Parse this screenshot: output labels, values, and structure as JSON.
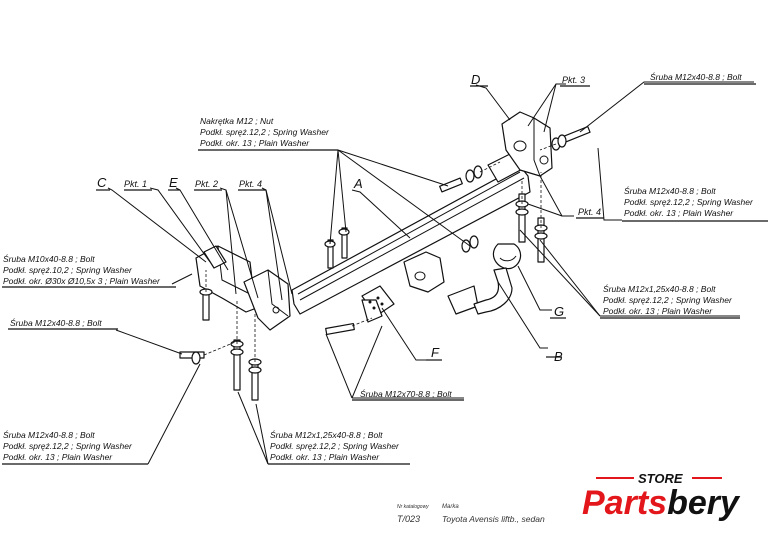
{
  "letters": {
    "A": "A",
    "B": "B",
    "C": "C",
    "D": "D",
    "E": "E",
    "F": "F",
    "G": "G"
  },
  "pkt": {
    "pkt1": "Pkt. 1",
    "pkt2": "Pkt. 2",
    "pkt3": "Pkt. 3",
    "pkt4_left": "Pkt. 4",
    "pkt4_right": "Pkt. 4"
  },
  "callouts": {
    "nut": [
      "Nakrętka  M12 ; Nut",
      "Podkł. spręż.12,2 ; Spring Washer",
      "Podkł. okr. 13 ; Plain Washer"
    ],
    "top_right_bolt": [
      "Śruba M12x40-8.8 ;  Bolt"
    ],
    "right_mid": [
      "Śruba M12x40-8.8 ;  Bolt",
      "Podkł. spręż.12,2 ; Spring Washer",
      "Podkł. okr. 13 ; Plain Washer"
    ],
    "right_low": [
      "Śruba M12x1,25x40-8.8 ;  Bolt",
      "Podkł. spręż.12,2 ; Spring Washer",
      "Podkł. okr. 13 ; Plain Washer"
    ],
    "left_m10": [
      "Śruba M10x40-8.8 ;  Bolt",
      "Podkł. spręż.10,2 ; Spring Washer",
      "Podkł. okr.  Ø30x Ø10,5x 3 ; Plain Washer"
    ],
    "left_m12": [
      "Śruba M12x40-8.8 ;  Bolt"
    ],
    "bottom_left": [
      "Śruba M12x40-8.8 ;  Bolt",
      "Podkł. spręż.12,2 ; Spring Washer",
      "Podkł. okr. 13 ; Plain Washer"
    ],
    "bottom_mid": [
      "Śruba M12x1,25x40-8.8 ;  Bolt",
      "Podkł. spręż.12,2 ; Spring Washer",
      "Podkł. okr. 13 ; Plain Washer"
    ],
    "m12x70": [
      "Śruba M12x70-8.8 ;  Bolt"
    ]
  },
  "caption": {
    "catalog_header": "Nr katalogowy",
    "brand_header": "Marka",
    "catalog_no": "T/023",
    "vehicle": "Toyota Avensis liftb., sedan"
  },
  "brand": {
    "store": "STORE",
    "name": "Partsbery",
    "color": "#e3171b"
  }
}
